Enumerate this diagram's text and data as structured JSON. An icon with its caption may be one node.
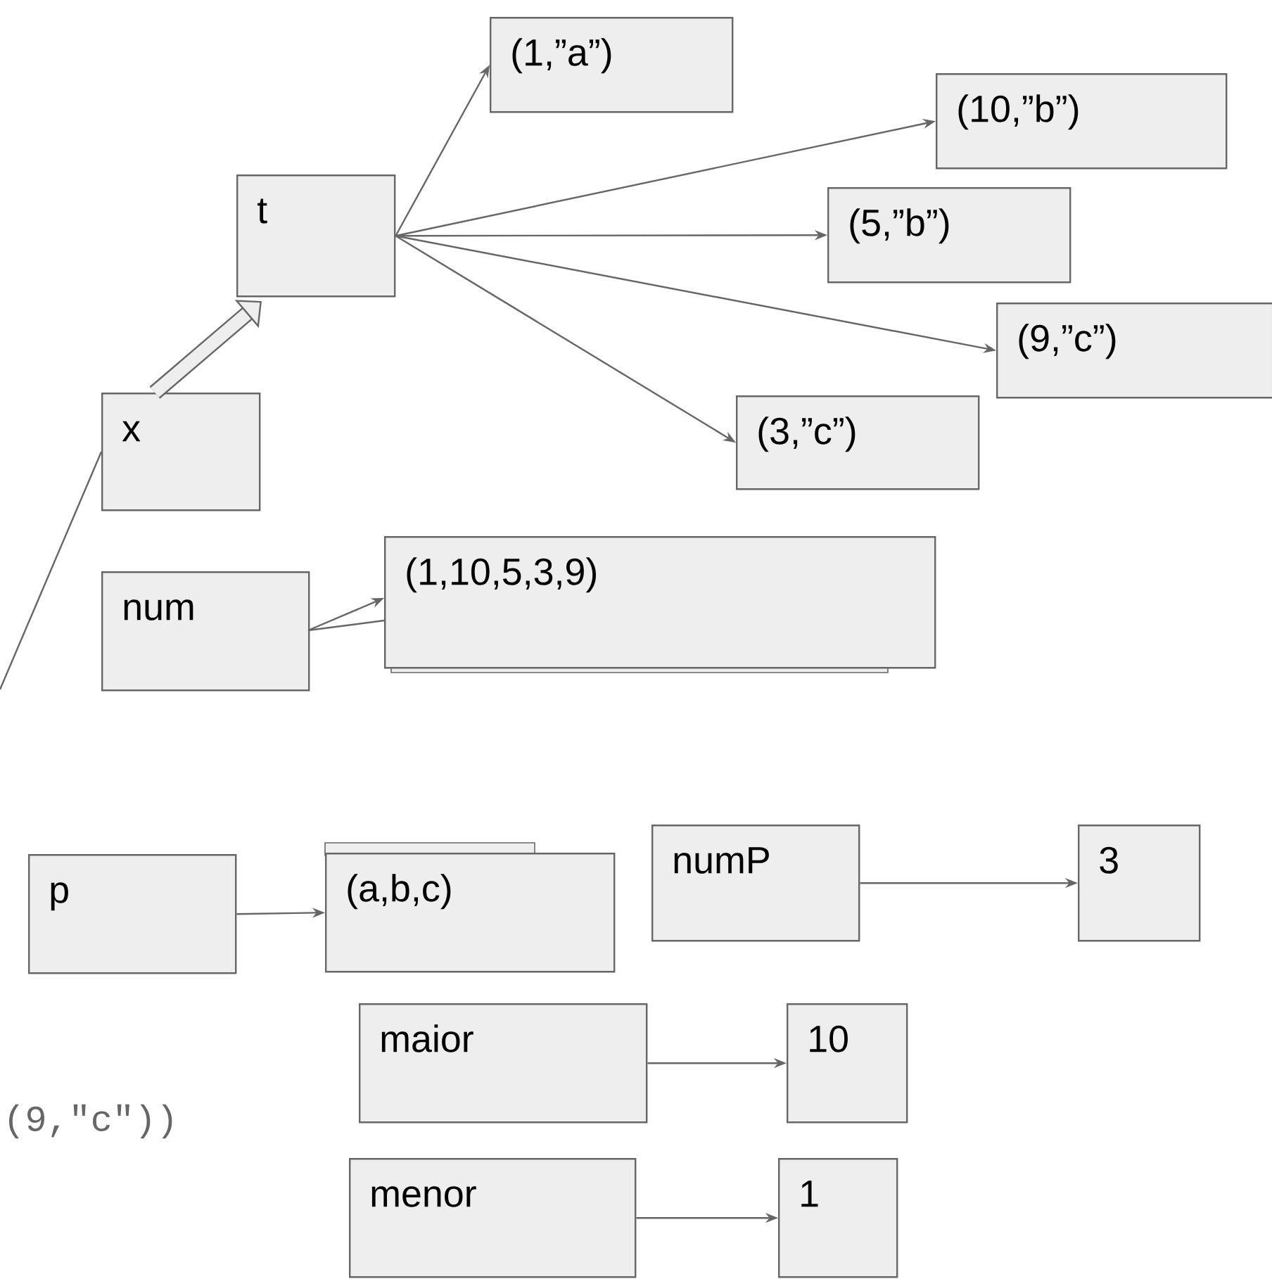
{
  "diagram": {
    "nodes": [
      {
        "text": [
          "t"
        ]
      },
      {
        "text": [
          "(1,”a”)"
        ]
      },
      {
        "text": [
          "(10,”b”)"
        ]
      },
      {
        "text": [
          "(5,”b”)"
        ]
      },
      {
        "text": [
          "(9,”c”)"
        ]
      },
      {
        "text": [
          "(3,”c”)"
        ]
      },
      {
        "text": [
          "x"
        ]
      },
      {
        "text": [
          "num"
        ]
      },
      {
        "text": [
          "(1,10,5,3,9)"
        ]
      },
      {
        "text": [
          "p"
        ]
      },
      {
        "text": [
          "(a,b,c)"
        ]
      },
      {
        "text": [
          "numP"
        ]
      },
      {
        "text": [
          "3"
        ]
      },
      {
        "text": [
          "maior"
        ]
      },
      {
        "text": [
          "10"
        ]
      },
      {
        "text": [
          "menor"
        ]
      },
      {
        "text": [
          "1"
        ]
      }
    ],
    "edges": [
      {
        "from": 0,
        "to": 1,
        "arrow": "to"
      },
      {
        "from": 0,
        "to": 2,
        "arrow": "to"
      },
      {
        "from": 0,
        "to": 3,
        "arrow": "to"
      },
      {
        "from": 0,
        "to": 4,
        "arrow": "to"
      },
      {
        "from": 0,
        "to": 5,
        "arrow": "to"
      },
      {
        "from": 6,
        "to": 0,
        "arrow": "to",
        "style": "thick"
      },
      {
        "from": 6,
        "to": null,
        "arrow": "none"
      },
      {
        "from": 7,
        "to": 8,
        "arrow": "to"
      },
      {
        "from": 7,
        "to": 8,
        "arrow": "none"
      },
      {
        "from": 9,
        "to": 10,
        "arrow": "to"
      },
      {
        "from": 11,
        "to": 12,
        "arrow": "to"
      },
      {
        "from": 13,
        "to": 14,
        "arrow": "to"
      },
      {
        "from": 15,
        "to": 16,
        "arrow": "to"
      }
    ],
    "labels": [
      "(9,\"c\"))"
    ]
  }
}
